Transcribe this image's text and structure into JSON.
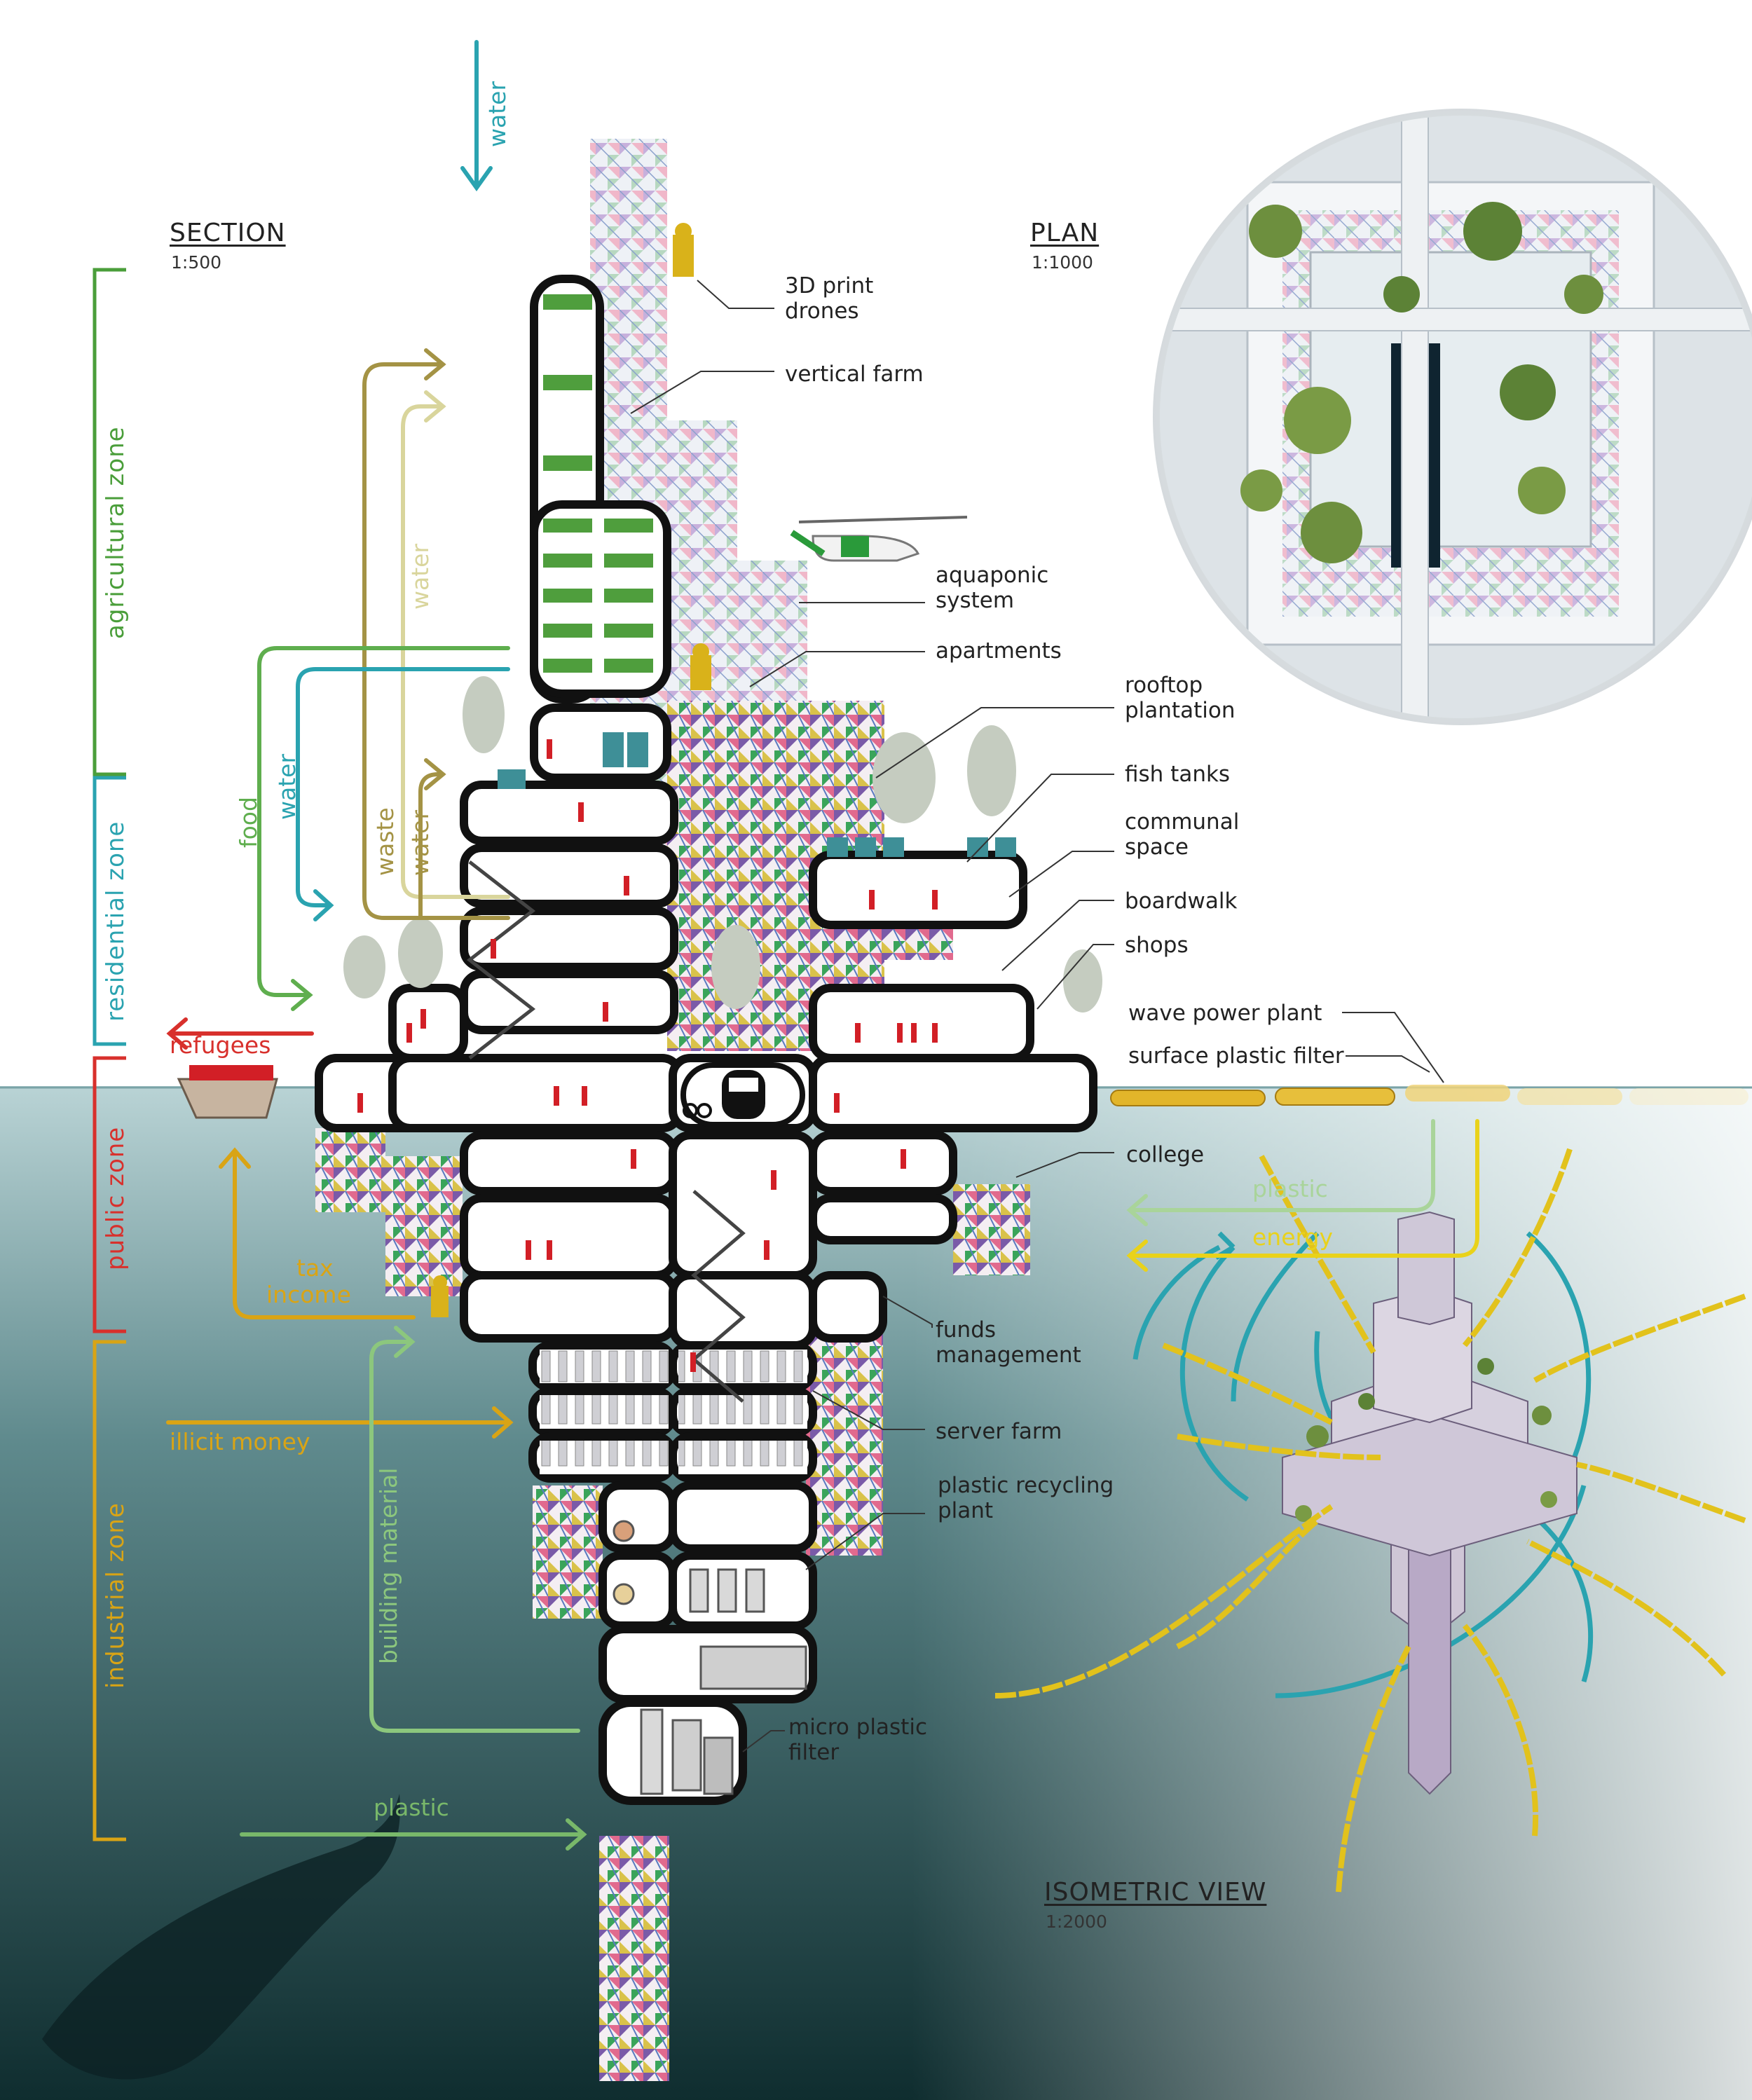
{
  "section": {
    "title": "SECTION",
    "scale": "1:500"
  },
  "plan": {
    "title": "PLAN",
    "scale": "1:1000"
  },
  "isometric": {
    "title": "ISOMETRIC VIEW",
    "scale": "1:2000"
  },
  "zones": [
    {
      "name": "agricultural zone",
      "color": "#4a9e3a"
    },
    {
      "name": "residential zone",
      "color": "#2aa3b0"
    },
    {
      "name": "public zone",
      "color": "#d8302c"
    },
    {
      "name": "industrial zone",
      "color": "#d9a415"
    }
  ],
  "flows": {
    "water_top": "water",
    "water_agri": "water",
    "food": "food",
    "water_res": "water",
    "waste": "waste",
    "water_res2": "water",
    "refugees": "refugees",
    "tax_income_1": "tax",
    "tax_income_2": "income",
    "illicit_money": "illicit money",
    "building_material": "building material",
    "plastic_bottom": "plastic",
    "plastic_right": "plastic",
    "energy_right": "energy"
  },
  "colors": {
    "agri_dark": "#a49345",
    "agri_light": "#d9d59c",
    "food": "#5fae4e",
    "water": "#2aa3b0",
    "refugees": "#d8302c",
    "money": "#d9a415",
    "material": "#8cc77d",
    "plastic_right": "#a9d49a",
    "energy": "#e9d21a",
    "sea_top": "#9fc2c6",
    "sea_bottom": "#0f2d2f",
    "structure": "#111111"
  },
  "callouts": {
    "drones_1": "3D print",
    "drones_2": "drones",
    "vertical_farm": "vertical farm",
    "aquaponic_1": "aquaponic",
    "aquaponic_2": "system",
    "apartments": "apartments",
    "rooftop_1": "rooftop",
    "rooftop_2": "plantation",
    "fish_tanks": "fish tanks",
    "communal_1": "communal",
    "communal_2": "space",
    "boardwalk": "boardwalk",
    "shops": "shops",
    "wave_power": "wave power plant",
    "surface_filter": "surface plastic filter",
    "college": "college",
    "funds_1": "funds",
    "funds_2": "management",
    "server_farm": "server farm",
    "recycling_1": "plastic recycling",
    "recycling_2": "plant",
    "micro_1": "micro plastic",
    "micro_2": "filter"
  }
}
